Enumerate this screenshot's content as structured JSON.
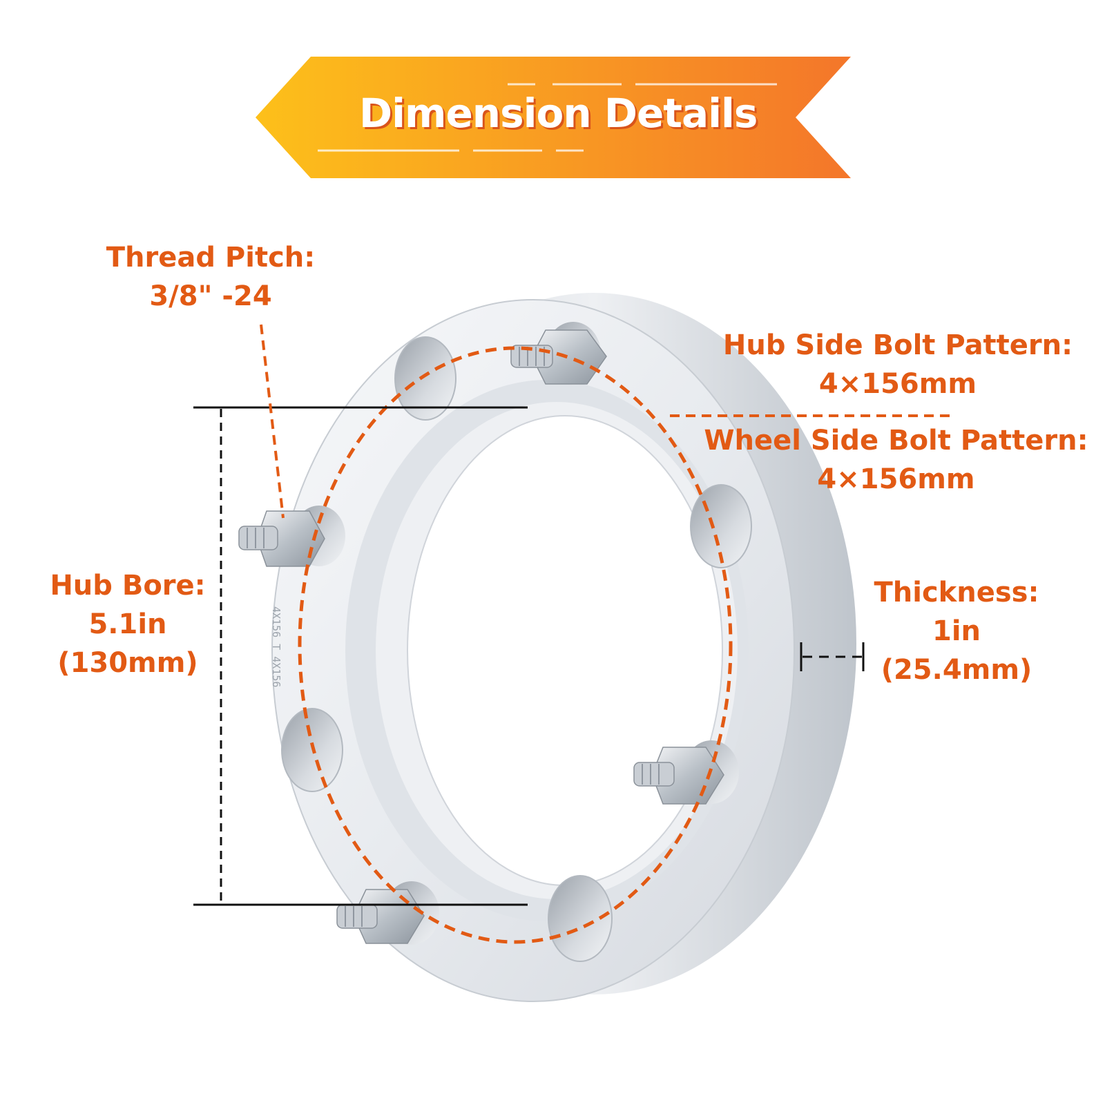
{
  "title": "Dimension Details",
  "part_marking": "4X156 T 4X156",
  "labels": {
    "thread_pitch": {
      "name": "Thread Pitch:",
      "value": "3/8\" -24"
    },
    "hub_side_pattern": {
      "name": "Hub Side Bolt Pattern:",
      "value": "4×156mm"
    },
    "wheel_side_pattern": {
      "name": "Wheel Side Bolt Pattern:",
      "value": "4×156mm"
    },
    "hub_bore": {
      "name": "Hub Bore:",
      "value": "5.1in",
      "value_mm": "(130mm)"
    },
    "thickness": {
      "name": "Thickness:",
      "value": "1in",
      "value_mm": "(25.4mm)"
    }
  },
  "colors": {
    "accent": "#e25a14",
    "banner_start": "#fdc01a",
    "banner_end": "#f4762a",
    "metal": "#e9ecf0"
  }
}
